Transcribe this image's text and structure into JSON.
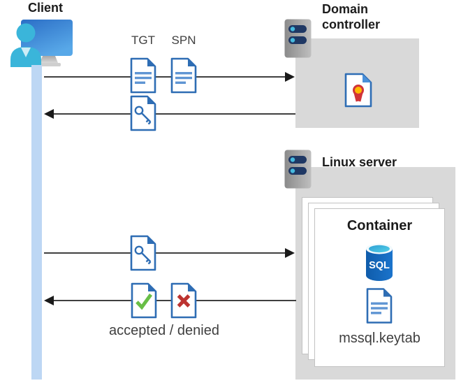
{
  "diagram": {
    "client": {
      "label": "Client",
      "icon": "client-workstation-icon"
    },
    "flow_rows": [
      {
        "id": "request-tickets",
        "direction": "right",
        "tickets": [
          {
            "label": "TGT",
            "icon": "document-icon"
          },
          {
            "label": "SPN",
            "icon": "document-icon"
          }
        ]
      },
      {
        "id": "ticket-returned",
        "direction": "left",
        "tickets": [
          {
            "icon": "key-document-icon"
          }
        ]
      },
      {
        "id": "present-ticket",
        "direction": "right",
        "tickets": [
          {
            "icon": "key-document-icon"
          }
        ]
      },
      {
        "id": "auth-result",
        "direction": "left",
        "tickets": [
          {
            "icon": "accepted-document-icon"
          },
          {
            "icon": "denied-document-icon"
          }
        ],
        "caption": "accepted / denied"
      }
    ],
    "domain_controller": {
      "label": "Domain controller",
      "icon": "server-icon",
      "content_icon": "certificate-document-icon"
    },
    "linux_server": {
      "label": "Linux server",
      "icon": "server-icon",
      "container": {
        "label": "Container",
        "sql_icon_label": "SQL",
        "keytab_label": "mssql.keytab"
      }
    }
  },
  "colors": {
    "box_gray": "#d9d9d9",
    "lifeline_blue": "#bdd7f4",
    "arrow": "#404040",
    "doc_border_blue": "#2e6db4",
    "doc_text_lines": "#5f95d3",
    "check_green": "#68be46",
    "cross_red": "#bc3330",
    "cert_ribbon_red": "#d13438",
    "cert_seal_yellow": "#ffb900",
    "sql_body_blue": "#1565c0",
    "sql_top_teal": "#45c8e0",
    "server_pill_navy": "#1f3864",
    "server_dot_blue": "#46bade",
    "monitor_blue": "#2b6ec6",
    "person_teal": "#3ab5da"
  }
}
